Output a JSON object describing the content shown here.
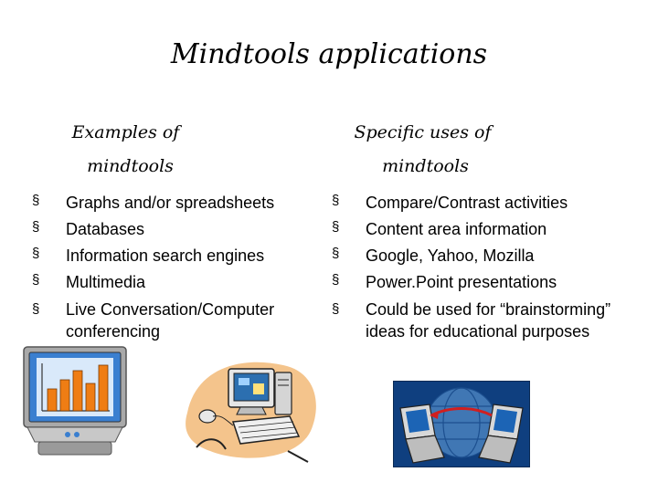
{
  "slide": {
    "title": "Mindtools applications",
    "left": {
      "heading_line1": "Examples of",
      "heading_line2": "mindtools",
      "items": [
        "Graphs and/or spreadsheets",
        "Databases",
        "Information search engines",
        "Multimedia",
        "Live Conversation/Computer conferencing"
      ]
    },
    "right": {
      "heading_line1": "Specific uses of",
      "heading_line2": "mindtools",
      "items": [
        "Compare/Contrast activities",
        "Content area information",
        "Google, Yahoo, Mozilla",
        "Power.Point presentations",
        "Could be used for “brainstorming” ideas for educational purposes"
      ]
    },
    "bullet_glyph": "§"
  },
  "clipart": {
    "left": "monitor-bar-chart",
    "center": "computer-desk",
    "right": "networked-laptops"
  },
  "colors": {
    "monitor_screen": "#3a7fd0",
    "chart_bars": "#ef7d14",
    "computer_blob": "#f4c48c",
    "network_bg": "#0f3f7f"
  }
}
